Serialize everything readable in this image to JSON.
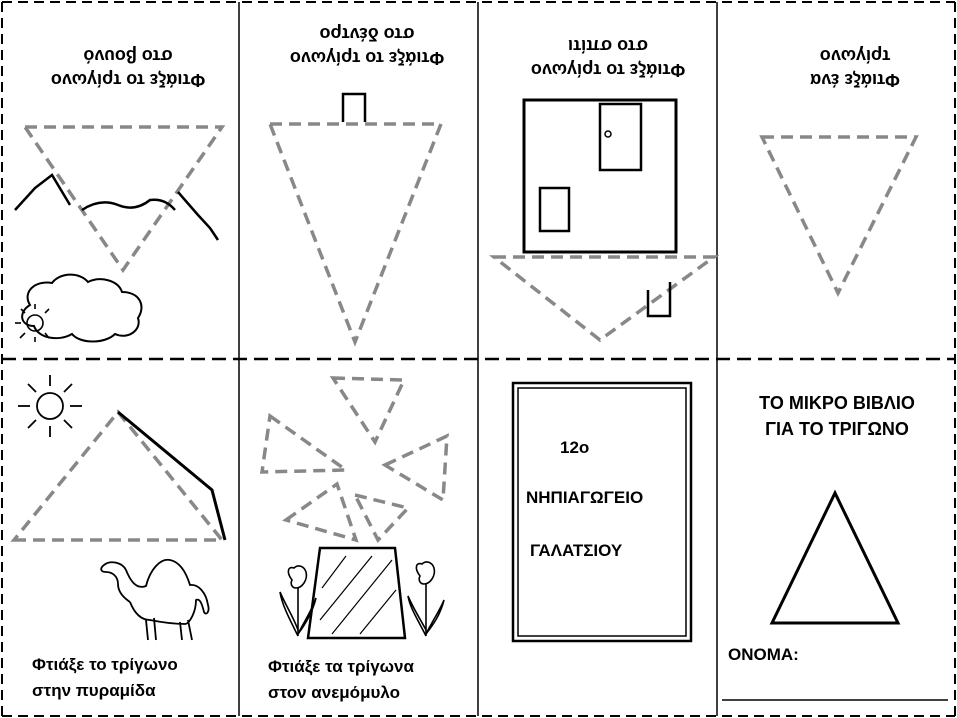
{
  "panels": {
    "top_left": {
      "line1": "Φτιάξε το τρίγωνο",
      "line2": "στο βουνό"
    },
    "top_mid_left": {
      "line1": "Φτιάξε το τρίγωνο",
      "line2": "στο δέντρο"
    },
    "top_mid_right": {
      "line1": "Φτιάξε το τρίγωνο",
      "line2": "στο σπίτι"
    },
    "top_right": {
      "line1": "Φτιάξε ένα",
      "line2": "τρίγωνο"
    },
    "bottom_left": {
      "line1": "Φτιάξε το τρίγωνο",
      "line2": "στην πυραμίδα"
    },
    "bottom_mid_left": {
      "line1": "Φτιάξε τα τρίγωνα",
      "line2": "στον ανεμόμυλο"
    },
    "cover": {
      "number": "12ο",
      "line1": "ΝΗΠΙΑΓΩΓΕΙΟ",
      "line2": "ΓΑΛΑΤΣΙΟΥ"
    },
    "title_page": {
      "title1": "ΤΟ ΜΙΚΡΟ ΒΙΒΛΙΟ",
      "title2": "ΓΙΑ ΤΟ ΤΡΙΓΩΝΟ",
      "name_label": "ΟΝΟΜΑ:"
    }
  }
}
